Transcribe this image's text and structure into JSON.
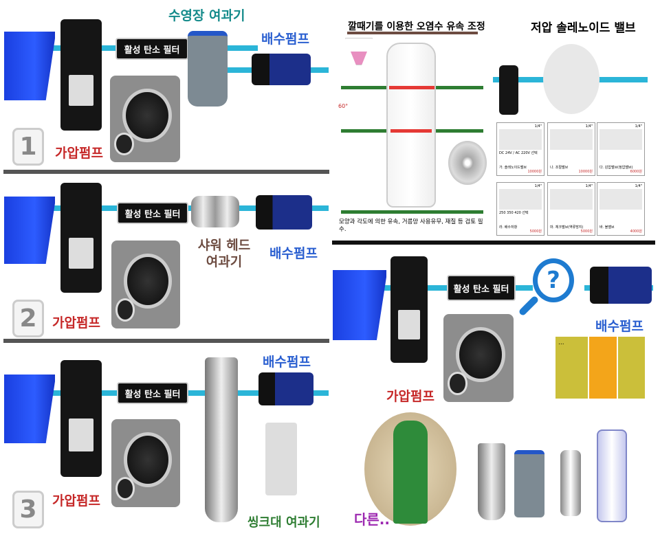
{
  "panel1": {
    "number": "1",
    "filter_label": "활성 탄소 필터",
    "pool_filter": "수영장 여과기",
    "drain_pump": "배수펌프",
    "pressure_pump": "가압펌프"
  },
  "panel2": {
    "number": "2",
    "filter_label": "활성 탄소 필터",
    "shower_line1": "샤워 헤드",
    "shower_line2": "여과기",
    "drain_pump": "배수펌프",
    "pressure_pump": "가압펌프"
  },
  "panel3": {
    "number": "3",
    "filter_label": "활성 탄소 필터",
    "drain_pump": "배수펌프",
    "pressure_pump": "가압펌프",
    "sink_filter": "씽크대 여과기"
  },
  "funnel": {
    "title": "깔때기를 이용한 오염수 유속 조정",
    "angle": "60°",
    "caption": "모양과 각도에 의한 유속, 거름망 사용유무, 재질 등 검토 필수."
  },
  "solenoid": {
    "title": "저압 솔레노이드 밸브",
    "cards": [
      {
        "size": "1/4\"",
        "name": "가. 솔레노이드밸브",
        "price": "10000원",
        "note": "DC 24V / AC 220V 선택"
      },
      {
        "size": "1/4\"",
        "name": "나. 조절밸브",
        "price": "10000원"
      },
      {
        "size": "1/4\"",
        "name": "다. 감압밸브(정압밸브)",
        "price": "6000원"
      },
      {
        "size": "1/4\"",
        "name": "라. 배수저항",
        "price": "5000원",
        "note": "250 350 420 선택"
      },
      {
        "size": "1/4\"",
        "name": "마. 체크밸브(역류방지)",
        "price": "5000원"
      },
      {
        "size": "1/4\"",
        "name": "바. 볼밸브",
        "price": "4000원"
      }
    ]
  },
  "panel4": {
    "filter_label": "활성 탄소 필터",
    "drain_pump": "배수펌프",
    "pressure_pump": "가압펌프",
    "other": "다른..",
    "question": "?",
    "thought": "..."
  }
}
